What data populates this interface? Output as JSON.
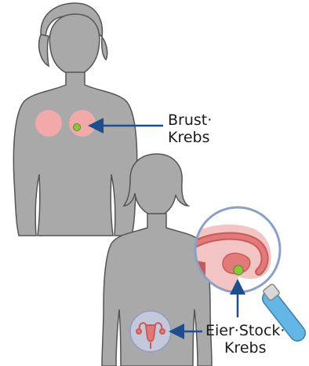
{
  "labels": {
    "breast_line1": "Brust·",
    "breast_line2": "Krebs",
    "ovary_line1": "Eier·Stock·",
    "ovary_line2": "Krebs"
  },
  "colors": {
    "body": "#a9a9a9",
    "outline": "#555555",
    "breast_highlight": "#f2a9a9",
    "tumor": "#8cc63f",
    "arrow": "#1f4e8c",
    "magnifier_ring": "#8aa0c8",
    "magnifier_handle": "#63b6e6",
    "tissue": "#e37a7a",
    "tissue_dark": "#c85a5a"
  }
}
